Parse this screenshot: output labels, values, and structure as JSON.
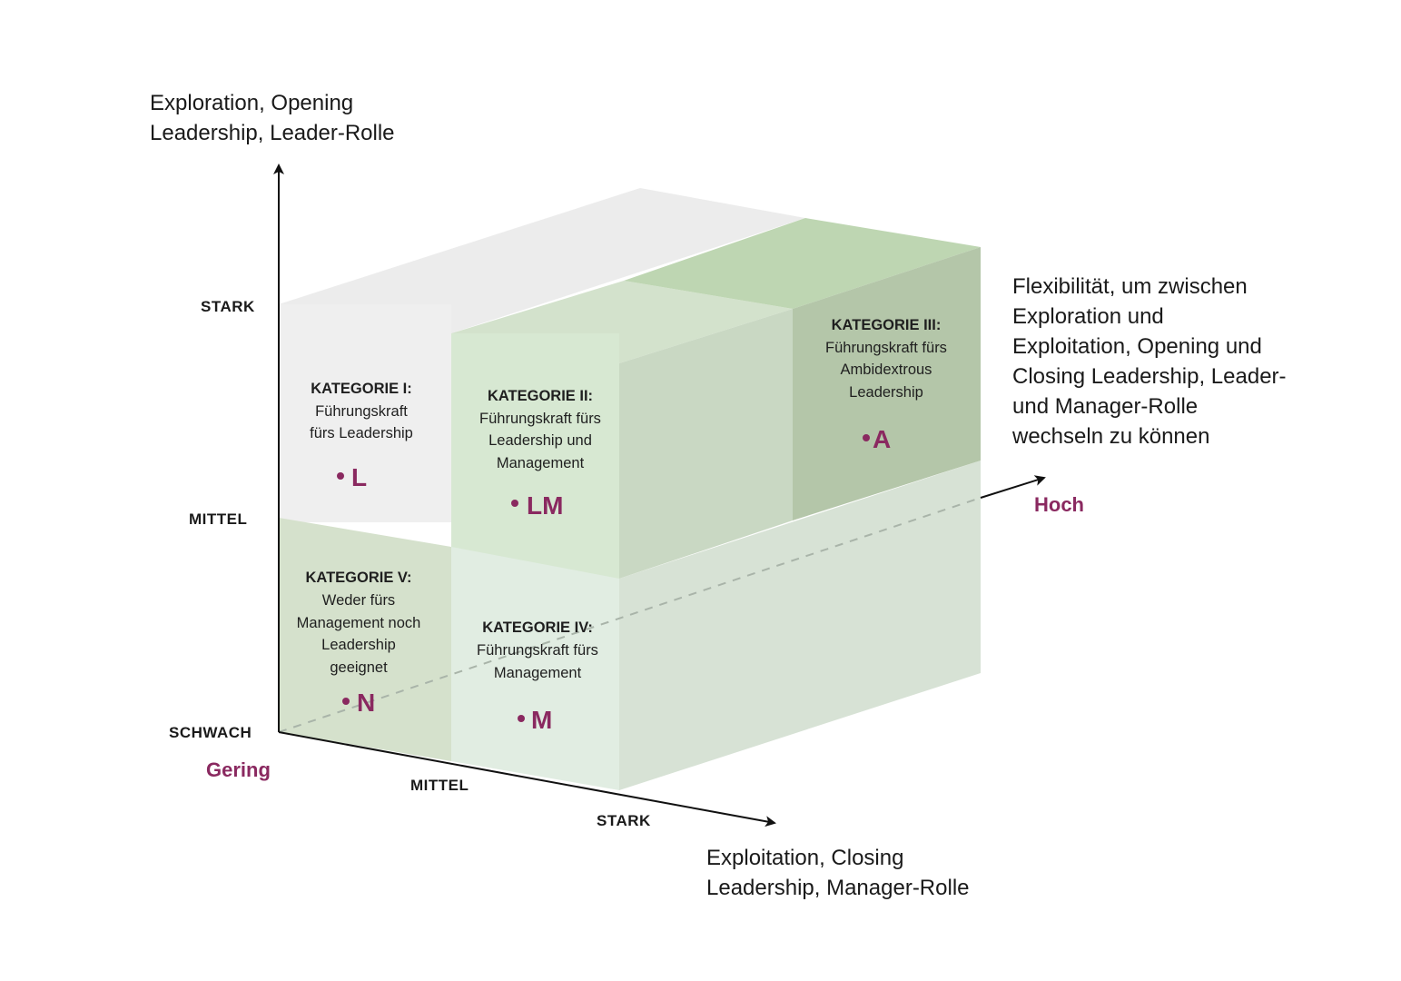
{
  "axes": {
    "vertical_title": [
      "Exploration, Opening",
      "Leadership, Leader-Rolle"
    ],
    "horizontal_title": [
      "Exploitation, Closing",
      "Leadership, Manager-Rolle"
    ],
    "depth_title": [
      "Flexibilität, um zwischen",
      "Exploration und",
      "Exploitation, Opening und",
      "Closing Leadership, Leader-",
      "und Manager-Rolle",
      "wechseln zu können"
    ],
    "vertical_ticks": [
      "STARK",
      "MITTEL",
      "SCHWACH"
    ],
    "horizontal_ticks": [
      "MITTEL",
      "STARK"
    ],
    "depth_low": "Gering",
    "depth_high": "Hoch"
  },
  "categories": [
    {
      "id": "I",
      "title": "KATEGORIE I:",
      "desc": [
        "Führungskraft",
        "fürs Leadership"
      ],
      "marker": "L"
    },
    {
      "id": "II",
      "title": "KATEGORIE II:",
      "desc": [
        "Führungskraft fürs",
        "Leadership und",
        "Management"
      ],
      "marker": "LM"
    },
    {
      "id": "III",
      "title": "KATEGORIE III:",
      "desc": [
        "Führungskraft fürs",
        "Ambidextrous",
        "Leadership"
      ],
      "marker": "A"
    },
    {
      "id": "IV",
      "title": "KATEGORIE IV:",
      "desc": [
        "Führungskraft fürs",
        "Management"
      ],
      "marker": "M"
    },
    {
      "id": "V",
      "title": "KATEGORIE V:",
      "desc": [
        "Weder fürs",
        "Management noch",
        "Leadership",
        "geeignet"
      ],
      "marker": "N"
    }
  ],
  "colors": {
    "accent": "#8a2960",
    "grey_face": "#efefef",
    "grey_top": "#e9e9e9",
    "green_light": "#d7e7d1",
    "green_mid": "#c9d7c2",
    "green_dark": "#b3c5a8",
    "green_top": "#bfd8b3",
    "green_lower": "#d9e4d5",
    "mint_face": "#e0ece1",
    "olive_face": "#d6e1cc"
  }
}
